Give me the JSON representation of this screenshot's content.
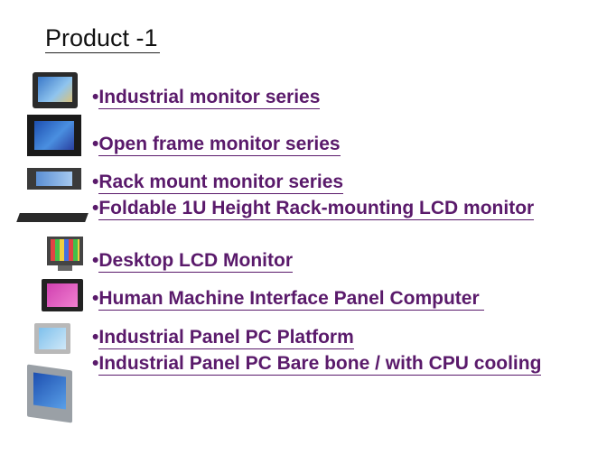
{
  "title": "Product -1",
  "bullet": "•",
  "items": [
    {
      "label": "Industrial monitor series"
    },
    {
      "label": "Open frame monitor series"
    },
    {
      "label": "Rack mount monitor series"
    },
    {
      "label": "Foldable 1U Height Rack-mounting LCD monitor"
    },
    {
      "label": "Desktop LCD Monitor"
    },
    {
      "label": "Human Machine Interface Panel Computer "
    },
    {
      "label": "Industrial Panel PC Platform"
    },
    {
      "label": "Industrial Panel PC Bare bone / with CPU cooling"
    }
  ],
  "colors": {
    "link": "#5a1a6b",
    "title": "#111111",
    "background": "#ffffff"
  },
  "icons": [
    "industrial-monitor-icon",
    "open-frame-monitor-icon",
    "rack-monitor-icon",
    "rack-1u-icon",
    "desktop-lcd-icon",
    "hmi-panel-icon",
    "panel-pc-icon",
    "panel-pc-barebone-icon"
  ]
}
